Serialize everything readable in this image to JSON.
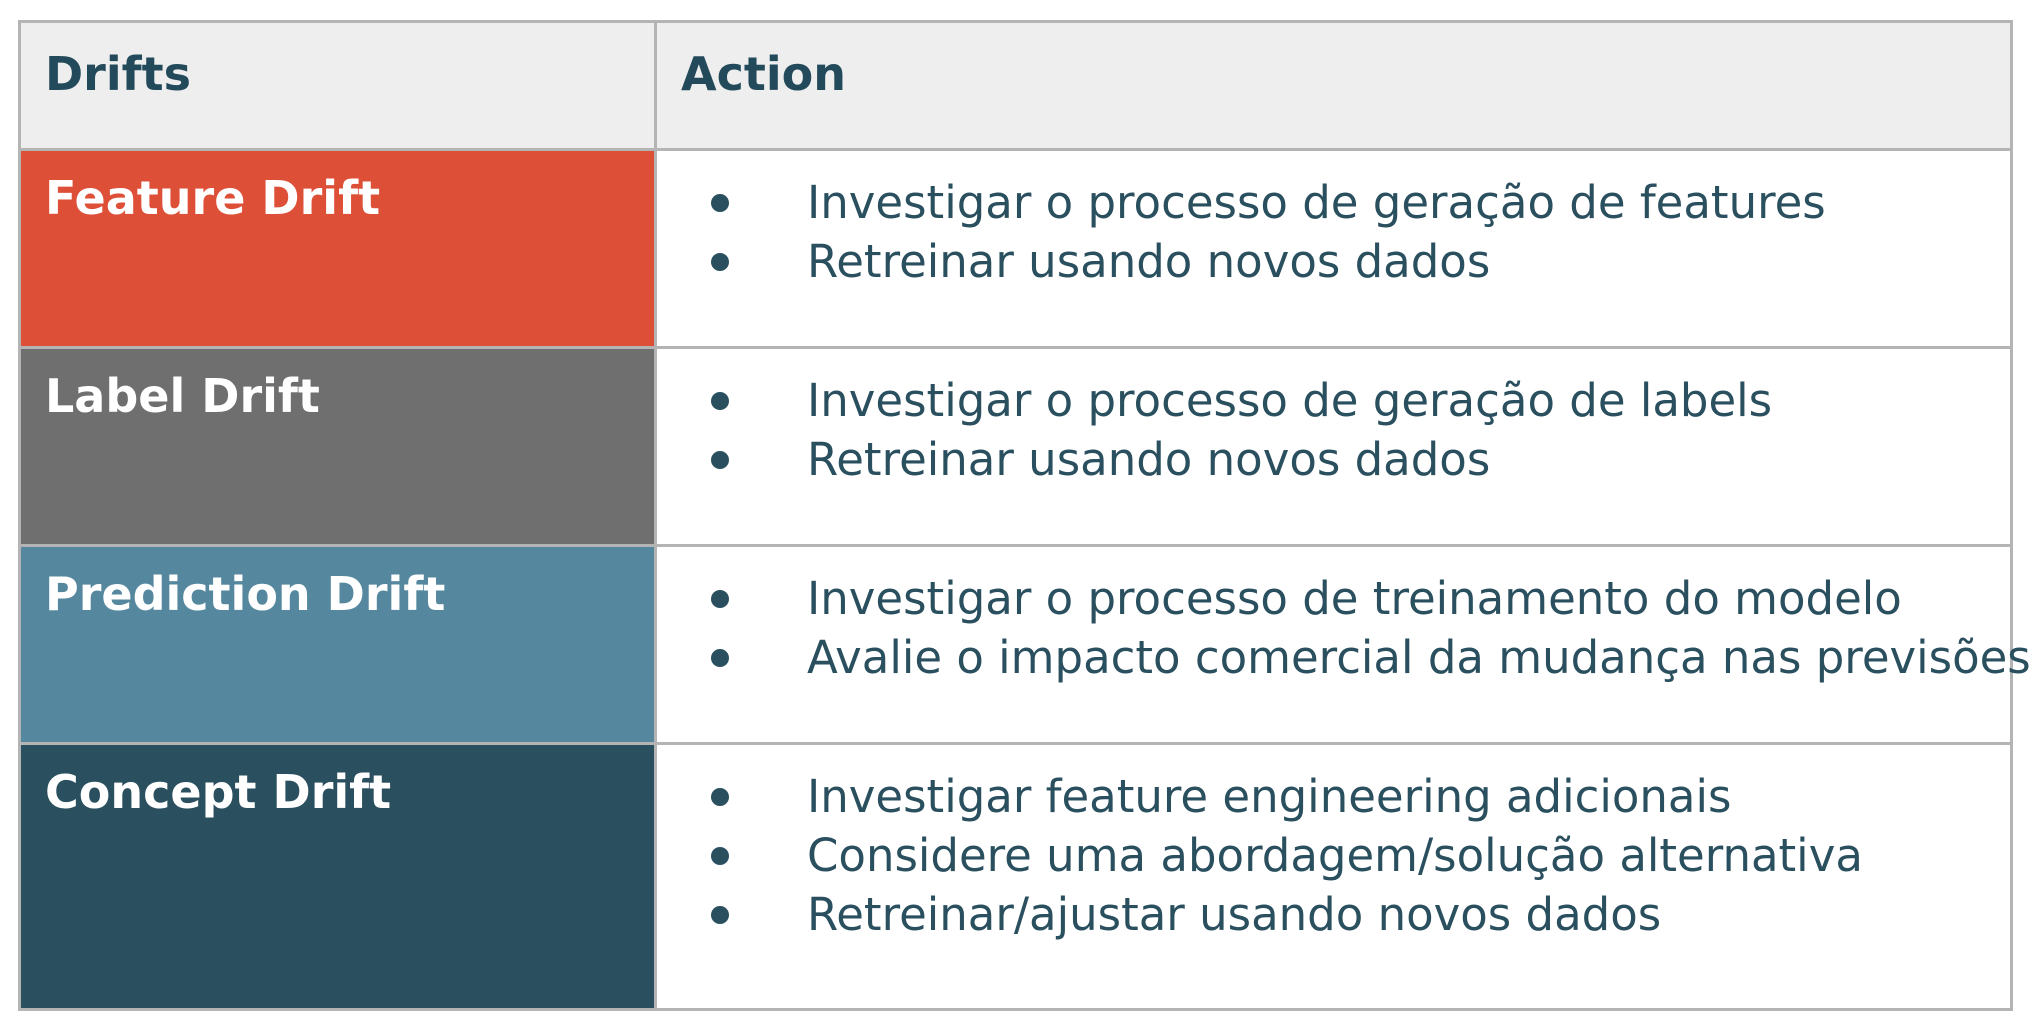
{
  "table": {
    "headers": {
      "drifts": "Drifts",
      "action": "Action"
    },
    "rows": [
      {
        "drift": "Feature Drift",
        "color": "#dd4f36",
        "actions": [
          "Investigar o processo de geração de features",
          "Retreinar usando novos dados"
        ]
      },
      {
        "drift": "Label Drift",
        "color": "#6f6f6f",
        "actions": [
          "Investigar o processo de geração de labels",
          "Retreinar usando novos dados"
        ]
      },
      {
        "drift": "Prediction Drift",
        "color": "#55889e",
        "actions": [
          "Investigar o processo de treinamento do modelo",
          "Avalie o impacto comercial da mudança nas previsões"
        ]
      },
      {
        "drift": "Concept Drift",
        "color": "#2a4f5e",
        "actions": [
          "Investigar feature engineering adicionais",
          "Considere uma abordagem/solução alternativa",
          "Retreinar/ajustar usando novos dados"
        ]
      }
    ]
  },
  "colors": {
    "header_background": "#eeeeee",
    "header_text": "#234a5b",
    "action_text": "#2a4f5e",
    "border": "#b4b4b4"
  }
}
